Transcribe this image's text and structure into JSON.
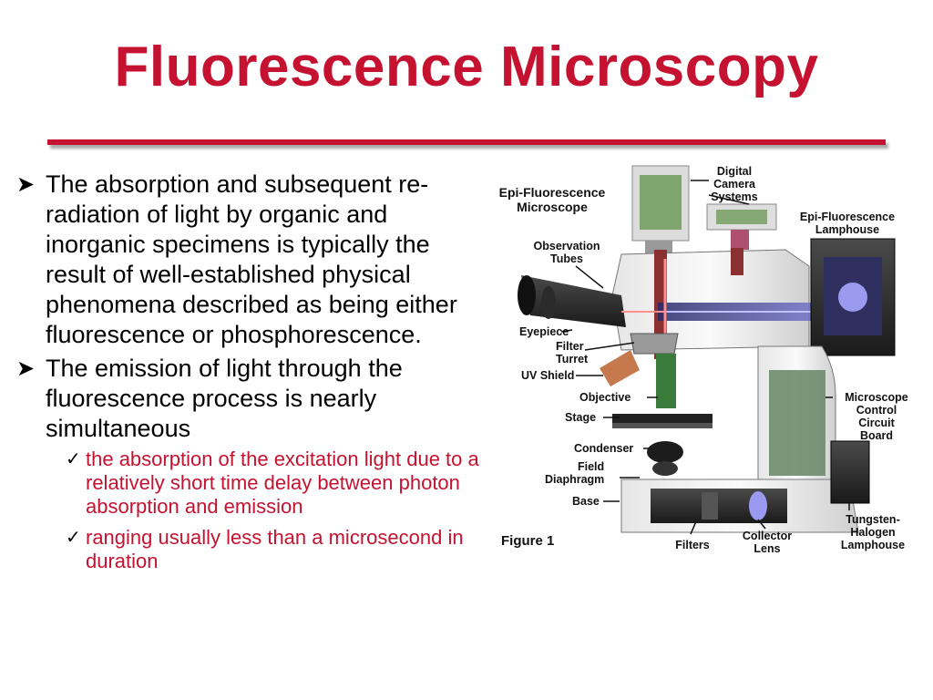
{
  "slide": {
    "title": "Fluorescence Microscopy",
    "accent_color": "#c41230"
  },
  "bullets": [
    {
      "icon": "arrow-bullet-icon",
      "text": "The absorption and subsequent re-radiation of light by organic and inorganic specimens is typically the result of well-established physical phenomena described as being either fluorescence or phosphorescence."
    },
    {
      "icon": "arrow-bullet-icon",
      "text": "The emission of light through the fluorescence process is nearly simultaneous",
      "sub": [
        {
          "icon": "check-icon",
          "text": "the absorption of the excitation light due to a relatively short time delay between photon absorption and emission"
        },
        {
          "icon": "check-icon",
          "text": "ranging usually less than a microsecond in duration"
        }
      ]
    }
  ],
  "figure": {
    "caption": "Figure 1",
    "labels": {
      "epi_microscope": [
        "Epi-Fluorescence",
        "Microscope"
      ],
      "digital_camera": [
        "Digital",
        "Camera",
        "Systems"
      ],
      "epi_lamphouse": [
        "Epi-Fluorescence",
        "Lamphouse"
      ],
      "observation_tubes": [
        "Observation",
        "Tubes"
      ],
      "eyepiece": [
        "Eyepiece"
      ],
      "filter_turret": [
        "Filter",
        "Turret"
      ],
      "uv_shield": [
        "UV Shield"
      ],
      "objective": [
        "Objective"
      ],
      "stage": [
        "Stage"
      ],
      "condenser": [
        "Condenser"
      ],
      "field_diaphragm": [
        "Field",
        "Diaphragm"
      ],
      "base": [
        "Base"
      ],
      "control_board": [
        "Microscope",
        "Control",
        "Circuit",
        "Board"
      ],
      "tungsten_lamphouse": [
        "Tungsten-",
        "Halogen",
        "Lamphouse"
      ],
      "filters": [
        "Filters"
      ],
      "collector_lens": [
        "Collector",
        "Lens"
      ]
    }
  }
}
